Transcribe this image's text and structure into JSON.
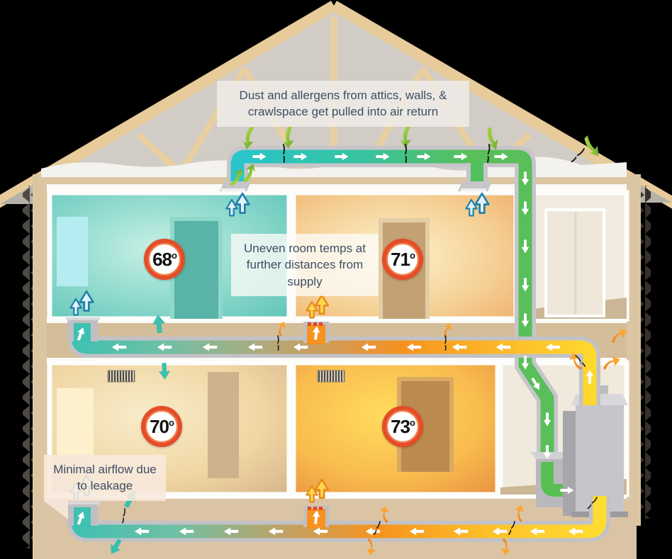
{
  "diagram": {
    "callouts": {
      "dust": "Dust and allergens from attics, walls, & crawlspace get pulled into air return",
      "uneven_temps": "Uneven room temps at further distances from supply",
      "minimal_airflow": "Minimal airflow due to leakage"
    },
    "temperatures": {
      "degree_symbol": "o",
      "upstairs_left": "68",
      "upstairs_right": "71",
      "downstairs_left": "70",
      "downstairs_right": "73"
    },
    "colors": {
      "cold_return_duct": "#2ac4c9",
      "attic_return_duct": "#58bf5a",
      "supply_hot": "#ffd92e",
      "supply_warm": "#f6921e",
      "badge_ring": "#e44d27",
      "allergen_arrow": "#8cc63e",
      "leak_teal": "#3bbfae",
      "callout_text": "#3d4e63"
    },
    "icons": {
      "flow_arrow": "→",
      "return_vent_arrow": "⇑",
      "allergen_arrow": "leaf-arrow",
      "leak_arrow": "curved-arrow"
    }
  }
}
